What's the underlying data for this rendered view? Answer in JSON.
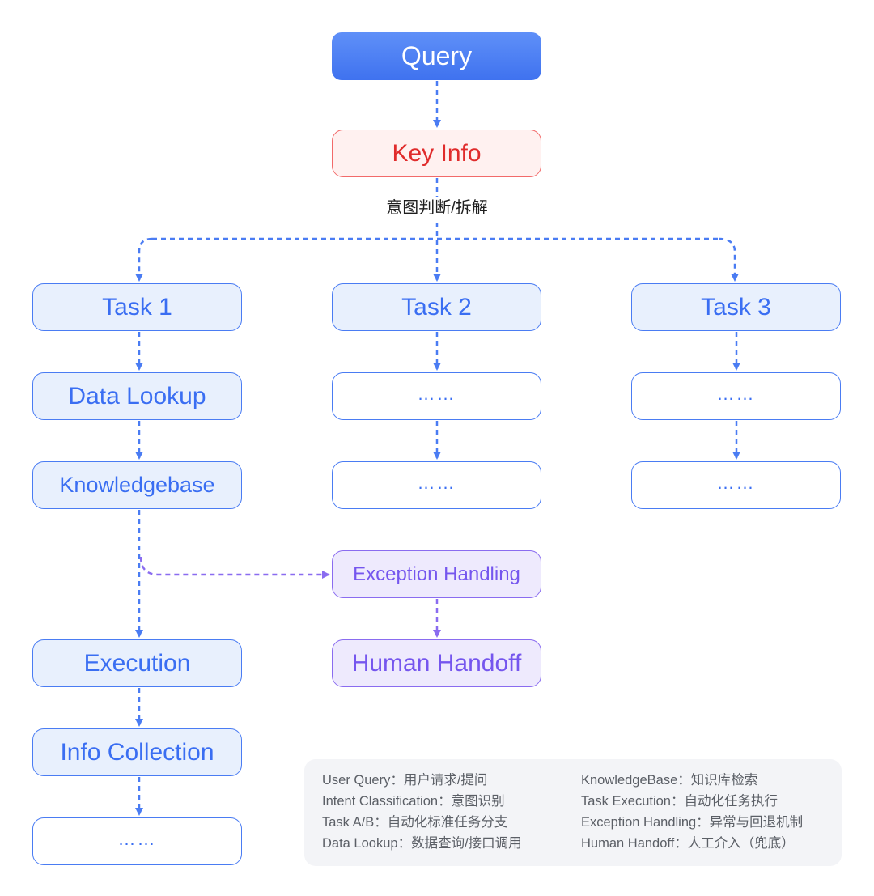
{
  "colors": {
    "query_fill": "#4a7cf3",
    "key_info_border": "#f26a6a",
    "key_info_text": "#e02c2c",
    "node_border": "#4a7cf3",
    "node_text": "#3a6ef2",
    "exception_border": "#8a6cf0",
    "exception_text": "#7556ee",
    "legend_bg": "#f3f4f7"
  },
  "nodes": {
    "query": "Query",
    "key_info": "Key Info",
    "split_label": "意图判断/拆解",
    "task1": "Task 1",
    "task2": "Task 2",
    "task3": "Task 3",
    "data_lookup": "Data Lookup",
    "knowledgebase": "Knowledgebase",
    "exception_handling": "Exception Handling",
    "human_handoff": "Human Handoff",
    "execution": "Execution",
    "info_collection": "Info Collection",
    "ellipsis": "……"
  },
  "legend": {
    "left": [
      "User Query：用户请求/提问",
      "Intent Classification：意图识别",
      "Task A/B：自动化标准任务分支",
      "Data Lookup：数据查询/接口调用"
    ],
    "right": [
      "KnowledgeBase：知识库检索",
      "Task Execution：自动化任务执行",
      "Exception Handling：异常与回退机制",
      "Human Handoff：人工介入（兜底）"
    ]
  }
}
